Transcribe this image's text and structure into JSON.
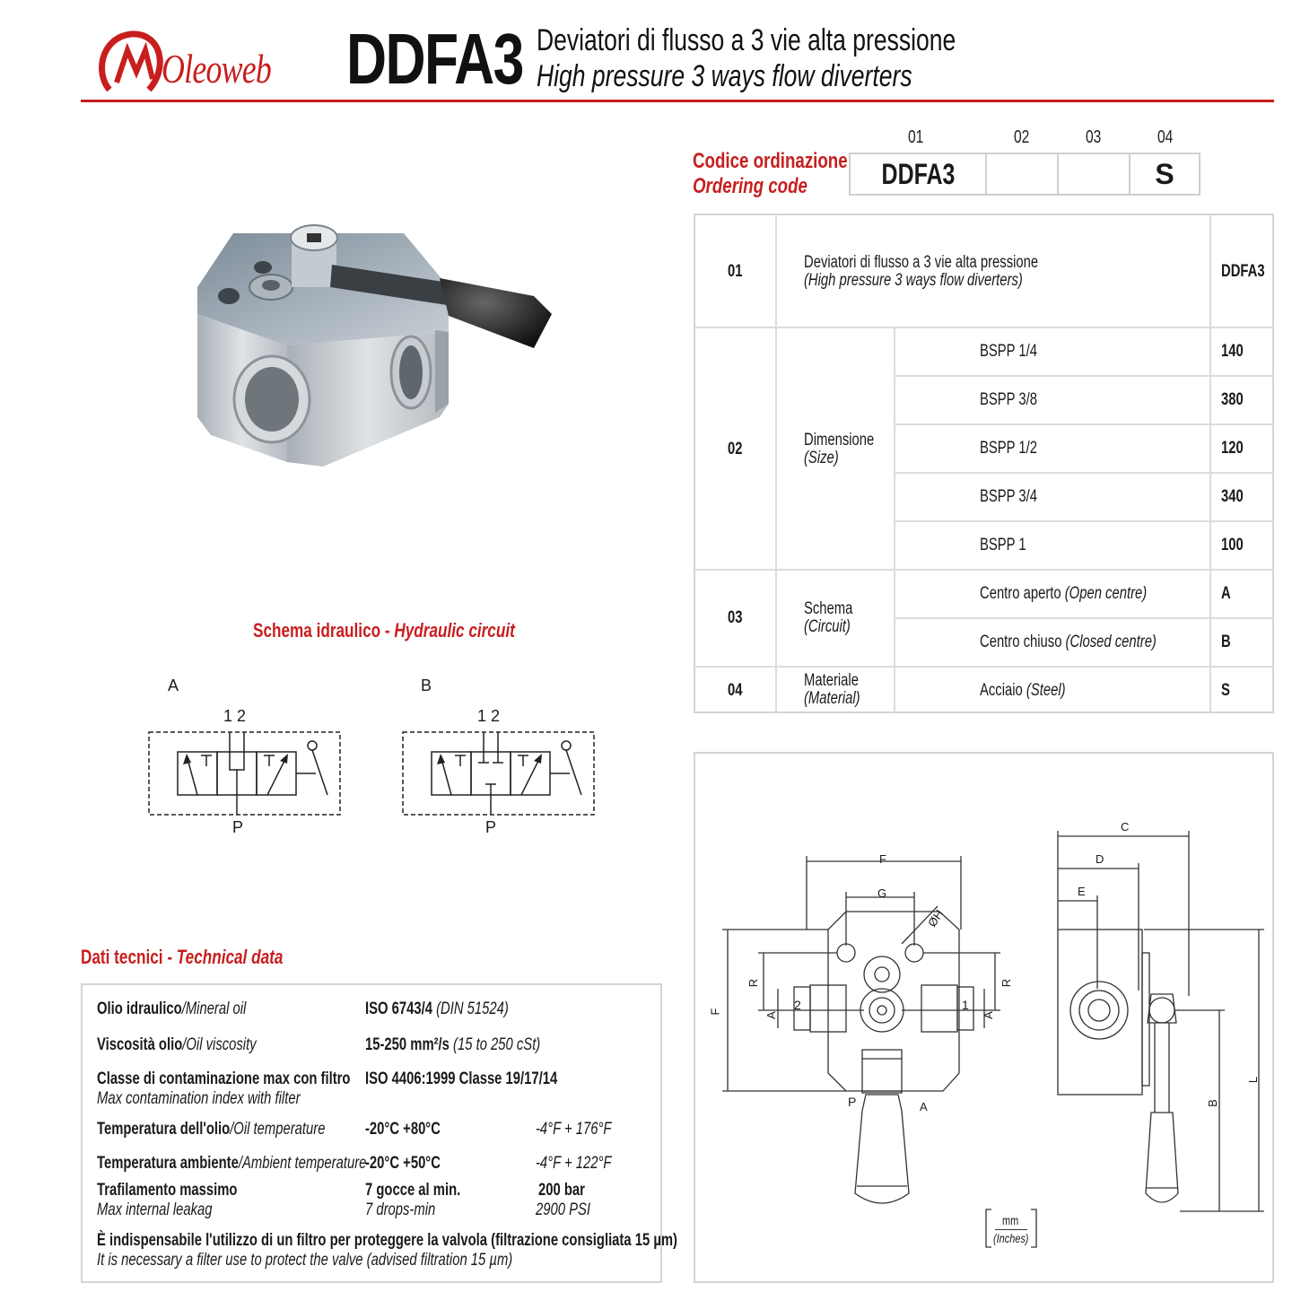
{
  "header": {
    "brand": "Oleoweb",
    "code": "DDFA3",
    "subtitle_it": "Deviatori di flusso a 3 vie alta pressione",
    "subtitle_en": "High pressure 3 ways flow diverters"
  },
  "ordering": {
    "label_it": "Codice ordinazione",
    "label_en": "Ordering code",
    "positions": [
      "01",
      "02",
      "03",
      "04"
    ],
    "values": [
      "DDFA3",
      "",
      "",
      "S"
    ]
  },
  "order_table": {
    "row01": {
      "num": "01",
      "desc_it": "Deviatori di flusso a 3 vie alta pressione",
      "desc_en": "(High pressure 3 ways flow diverters)",
      "code": "DDFA3"
    },
    "row02": {
      "num": "02",
      "label_it": "Dimensione",
      "label_en": "(Size)",
      "options": [
        {
          "name": "BSPP 1/4",
          "code": "140"
        },
        {
          "name": "BSPP 3/8",
          "code": "380"
        },
        {
          "name": "BSPP 1/2",
          "code": "120"
        },
        {
          "name": "BSPP 3/4",
          "code": "340"
        },
        {
          "name": "BSPP 1",
          "code": "100"
        }
      ]
    },
    "row03": {
      "num": "03",
      "label_it": "Schema",
      "label_en": "(Circuit)",
      "options": [
        {
          "name_it": "Centro aperto ",
          "name_en": "(Open centre)",
          "code": "A"
        },
        {
          "name_it": "Centro chiuso ",
          "name_en": "(Closed centre)",
          "code": "B"
        }
      ]
    },
    "row04": {
      "num": "04",
      "label_it": "Materiale",
      "label_en": "(Material)",
      "option_it": "Acciaio ",
      "option_en": "(Steel)",
      "code": "S"
    }
  },
  "hydraulic": {
    "title_it": "Schema idraulico - ",
    "title_en": "Hydraulic circuit",
    "schemes": [
      {
        "label": "A",
        "ports": "1 2",
        "pressure": "P"
      },
      {
        "label": "B",
        "ports": "1 2",
        "pressure": "P"
      }
    ]
  },
  "technical": {
    "title_it": "Dati tecnici - ",
    "title_en": "Technical data",
    "rows": [
      {
        "label": "Olio idraulico",
        "label_alt": "/Mineral oil",
        "value": "ISO 6743/4 ",
        "value_alt": "(DIN 51524)"
      },
      {
        "label": "Viscosità olio",
        "label_alt": "/Oil viscosity",
        "value": "15-250 mm²/s ",
        "value_alt": "(15 to 250 cSt)"
      },
      {
        "label": "Classe di contaminazione max con filtro",
        "label_alt": "Max contamination index with filter",
        "value": "ISO 4406:1999 Classe 19/17/14"
      },
      {
        "label": "Temperatura dell'olio",
        "label_alt": "/Oil temperature",
        "value": "-20°C  +80°C",
        "value_alt": "-4°F  + 176°F"
      },
      {
        "label": "Temperatura ambiente",
        "label_alt": "/Ambient temperature",
        "value": "-20°C  +50°C",
        "value_alt": "-4°F  + 122°F"
      },
      {
        "label": "Trafilamento massimo",
        "label_alt": "Max internal leakag",
        "value": "7 gocce al min.",
        "value_alt": "7 drops-min",
        "value2": "200 bar",
        "value2_alt": "2900 PSI"
      }
    ],
    "note_it": "È indispensabile l'utilizzo di un filtro per proteggere la valvola (filtrazione consigliata 15 µm)",
    "note_en": "It is necessary a filter use to protect the valve (advised filtration 15 µm)"
  },
  "dimensions": {
    "labels": [
      "F",
      "G",
      "ØH",
      "R",
      "A",
      "2",
      "1",
      "P",
      "C",
      "D",
      "E",
      "B",
      "L"
    ],
    "unit": "mm",
    "unit_alt": "(Inches)"
  },
  "colors": {
    "accent": "#c81e1e",
    "border": "#d4d4d4"
  }
}
